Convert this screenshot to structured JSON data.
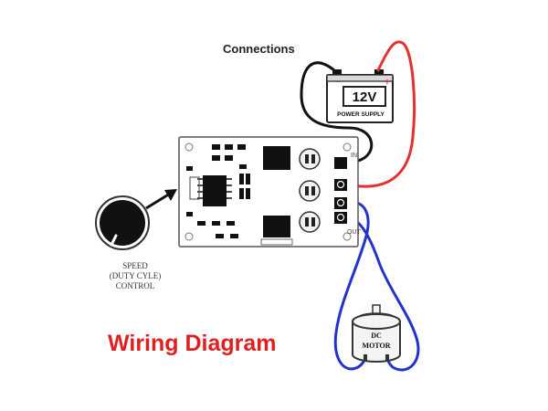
{
  "heading": "Connections",
  "footer_title": "Wiring Diagram",
  "battery": {
    "voltage": "12V",
    "label": "POWER SUPPLY",
    "minus": "−",
    "plus": "+"
  },
  "board": {
    "in_label": "IN",
    "out_label": "OUT"
  },
  "motor": {
    "line1": "DC",
    "line2": "MOTOR"
  },
  "knob": {
    "caption_line1": "SPEED",
    "caption_line2": "(DUTY CYLE)",
    "caption_line3": "CONTROL"
  },
  "colors": {
    "wire_red": "#e53030",
    "wire_blue": "#2233cc",
    "wire_black": "#111111",
    "title_red": "#e02020"
  }
}
